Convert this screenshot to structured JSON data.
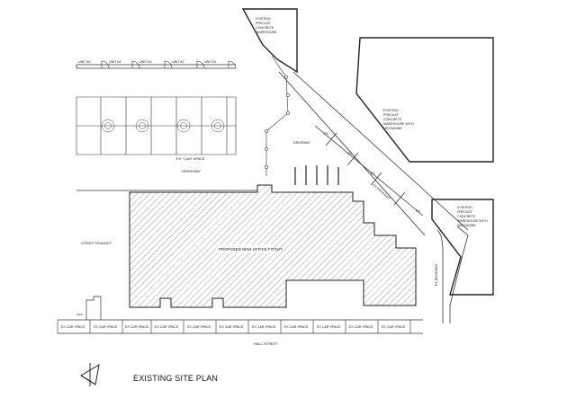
{
  "drawing_title": "EXISTING SITE PLAN",
  "units": [
    "UNIT A5",
    "UNIT A4",
    "UNIT A3",
    "UNIT A2",
    "UNIT A1"
  ],
  "car_space_top": "EX +CAR SPACE",
  "driveway_top": "DRIVEWAY",
  "driveway_mid": "DRIVEWAY",
  "driveway_diag": "EX DRIVEWAY",
  "driveway_right": "EX DRIVEWAY",
  "other_tenancy": "OTHER TENANCY",
  "proposed_office": "PROPOSED NEW OFFICE FITOUT",
  "street": "HALL STREET",
  "warehouse_top": [
    "EXISTING",
    "PRECAST",
    "CONCRETE",
    "WAREHOUSE"
  ],
  "warehouse_mid": [
    "EXISTING",
    "PRECAST",
    "CONCRETE",
    "WAREHOUSE WITH",
    "MEZZANINE"
  ],
  "warehouse_low": [
    "EXISTING",
    "PRECAST",
    "CONCRETE",
    "WAREHOUSE WITH",
    "MEZZANINE"
  ],
  "bottom_spaces": [
    "EX CAR SPACE",
    "EX CAR SPACE",
    "EX CAR SPACE",
    "EX CAR SPACE",
    "EX CAR SPACE",
    "EX CAR SPACE",
    "EX CAR SPACE",
    "EX CAR SPACE",
    "EX CAR SPACE",
    "EX CAR SPACE",
    "EX CAR SPACE"
  ],
  "diag_spaces": [
    "EX",
    "EX",
    "EX",
    "EX"
  ]
}
